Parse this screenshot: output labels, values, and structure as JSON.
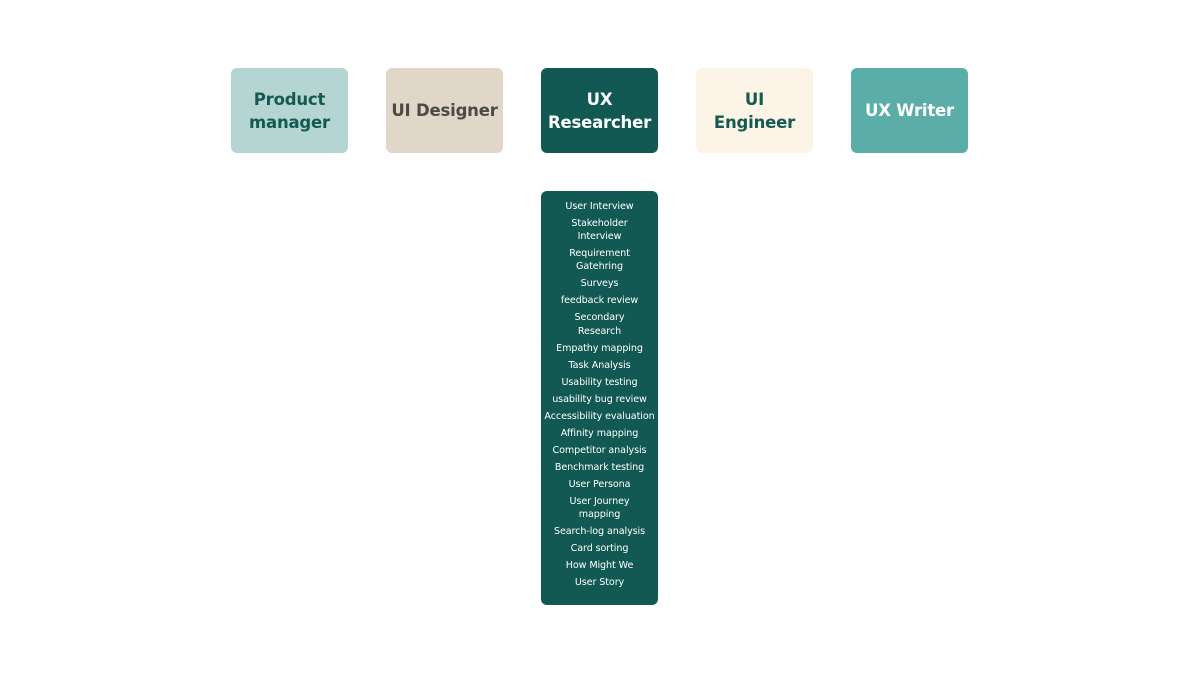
{
  "colors": {
    "background": "#ffffff",
    "method_text": "#ffffff",
    "panel": "#115952"
  },
  "roles": [
    {
      "label": "Product\nmanager",
      "bg": "#b5d5d3",
      "fg": "#145a51"
    },
    {
      "label": "UI Designer",
      "bg": "#e1d7c9",
      "fg": "#4d4944"
    },
    {
      "label": "UX\nResearcher",
      "bg": "#115952",
      "fg": "#ffffff"
    },
    {
      "label": "UI\nEngineer",
      "bg": "#fcf4e6",
      "fg": "#145a51"
    },
    {
      "label": "UX Writer",
      "bg": "#5aaea7",
      "fg": "#ffffff"
    }
  ],
  "methods": [
    "User Interview",
    "Stakeholder\nInterview",
    "Requirement\nGatehring",
    "Surveys",
    "feedback review",
    "Secondary\nResearch",
    "Empathy mapping",
    "Task Analysis",
    "Usability testing",
    "usability bug review",
    "Accessibility evaluation",
    "Affinity mapping",
    "Competitor analysis",
    "Benchmark testing",
    "User Persona",
    "User Journey\nmapping",
    "Search-log analysis",
    "Card sorting",
    "How Might We",
    "User Story"
  ]
}
